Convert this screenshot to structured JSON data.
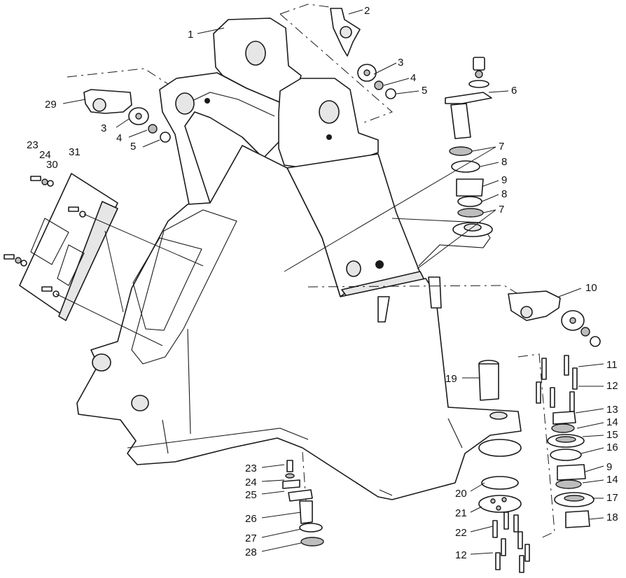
{
  "diagram": {
    "callouts": [
      "1",
      "2",
      "3",
      "4",
      "5",
      "6",
      "7",
      "8",
      "9",
      "8",
      "7",
      "10",
      "29",
      "3",
      "4",
      "5",
      "23",
      "24",
      "30",
      "31",
      "11",
      "12",
      "13",
      "14",
      "15",
      "16",
      "9",
      "14",
      "17",
      "18",
      "19",
      "20",
      "21",
      "22",
      "12",
      "23",
      "24",
      "25",
      "26",
      "27",
      "28"
    ]
  }
}
